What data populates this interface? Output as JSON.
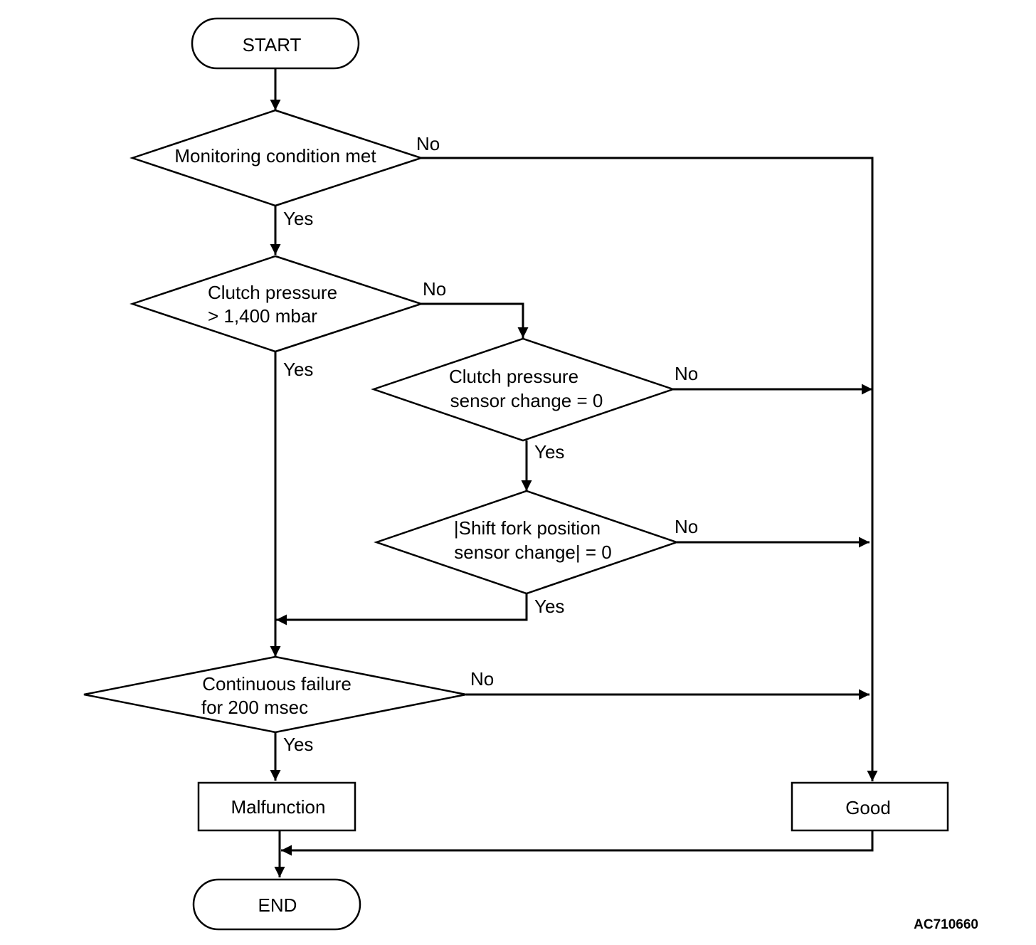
{
  "nodes": {
    "start": "START",
    "monitoring": "Monitoring condition met",
    "clutch_high_1": "Clutch pressure",
    "clutch_high_2": "> 1,400 mbar",
    "sensor_change_1": "Clutch pressure",
    "sensor_change_2": "sensor change = 0",
    "shift_fork_1": "|Shift fork position",
    "shift_fork_2": "sensor change| = 0",
    "continuous_1": "Continuous failure",
    "continuous_2": "for 200 msec",
    "malfunction": "Malfunction",
    "good": "Good",
    "end": "END"
  },
  "edges": {
    "monitoring_no": "No",
    "monitoring_yes": "Yes",
    "clutch_high_no": "No",
    "clutch_high_yes": "Yes",
    "sensor_change_no": "No",
    "sensor_change_yes": "Yes",
    "shift_fork_no": "No",
    "shift_fork_yes": "Yes",
    "continuous_no": "No",
    "continuous_yes": "Yes"
  },
  "figure_code": "AC710660"
}
